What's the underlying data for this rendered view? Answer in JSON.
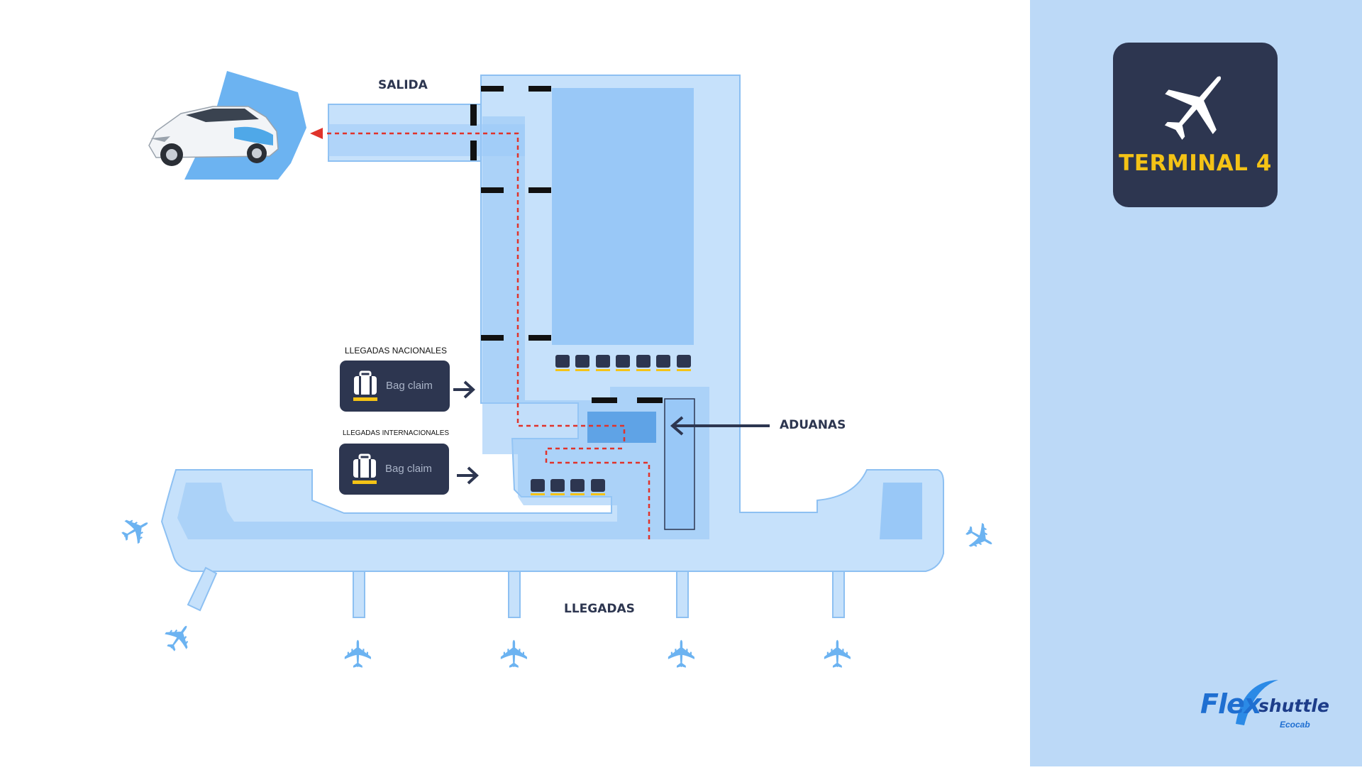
{
  "map": {
    "exit_label": "SALIDA",
    "arrivals_label": "LLEGADAS",
    "customs_label": "ADUANAS",
    "domestic_label": "LLEGADAS NACIONALES",
    "international_label": "LLEGADAS INTERNACIONALES",
    "bag_claim_domestic": "Bag claim",
    "bag_claim_international": "Bag claim",
    "route_color": "#e0332b",
    "building_color": "#c6e1fb",
    "inner_color": "#99c8f7",
    "plane_color": "#6cb3f1"
  },
  "sidebar": {
    "terminal_label": "TERMINAL 4",
    "logo_text": "Flex",
    "logo_sub": "shuttle",
    "logo_tag": "Ecocab"
  }
}
